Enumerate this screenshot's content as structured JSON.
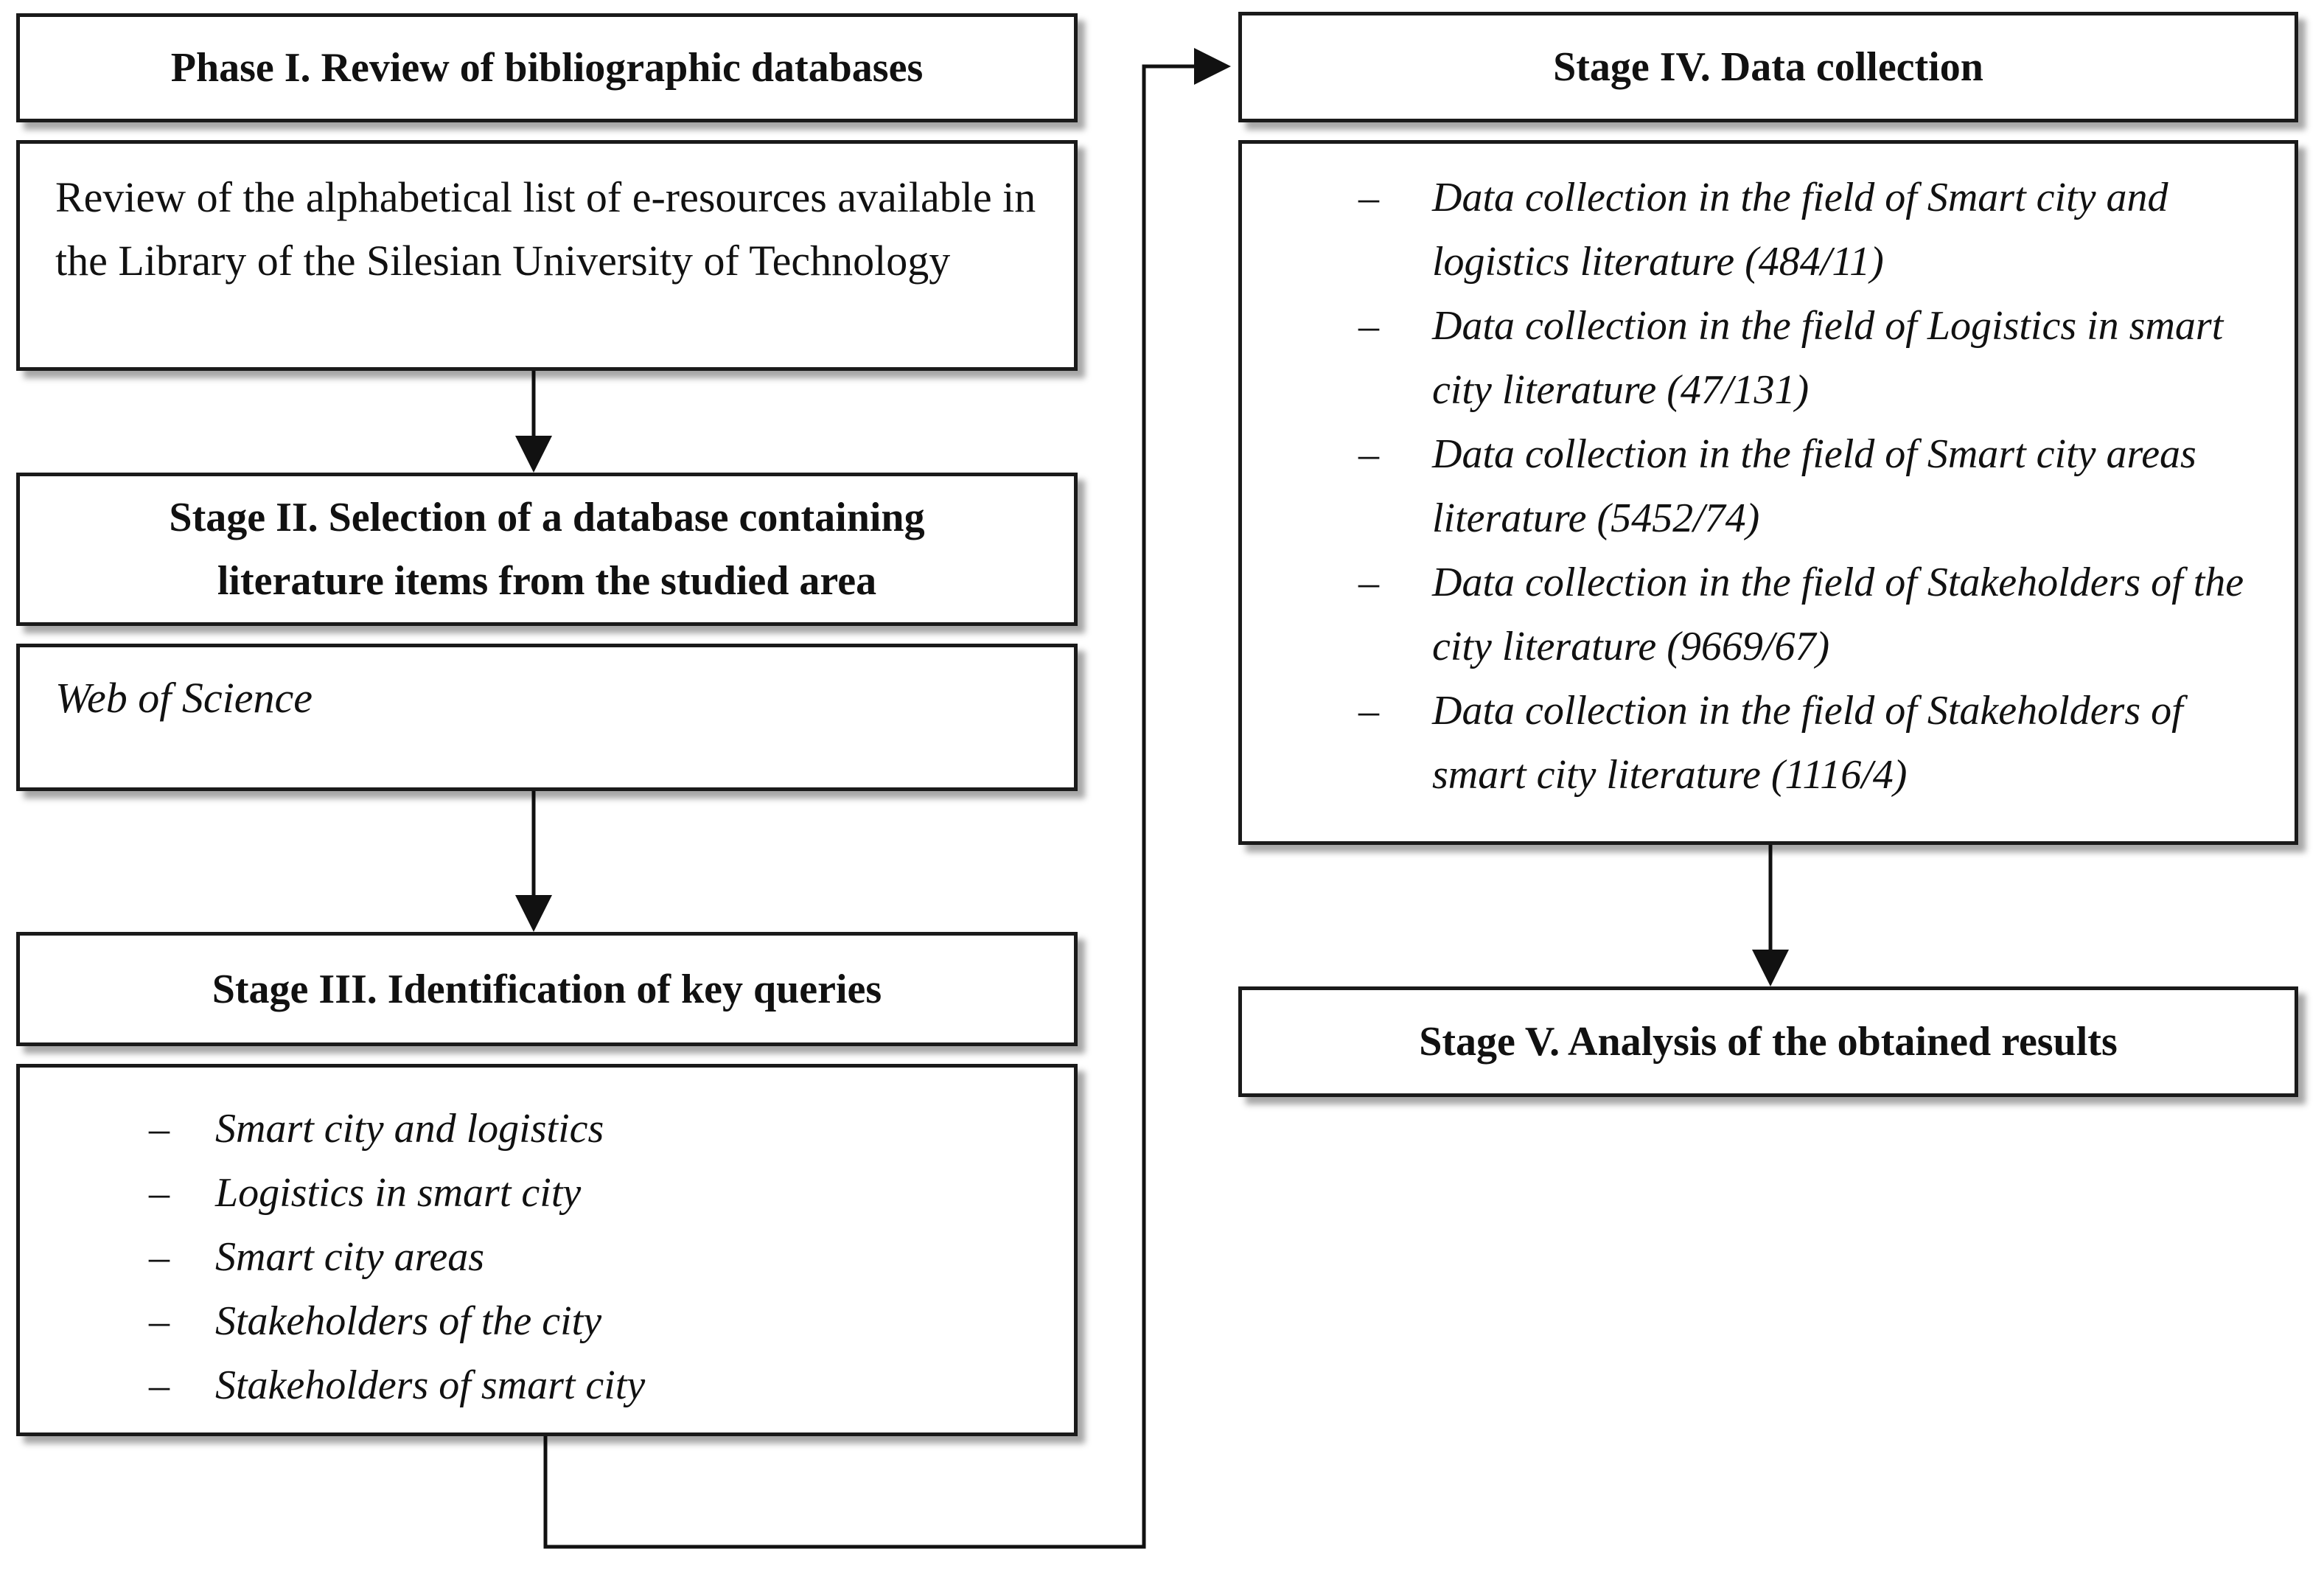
{
  "phase1": {
    "title": "Phase I. Review of bibliographic databases",
    "text": "Review of the alphabetical list of e-resources available in the Library of the Silesian University of Technology"
  },
  "stage2": {
    "title_line1": "Stage II. Selection of a database containing",
    "title_line2": "literature items from the studied area",
    "text": "Web of Science"
  },
  "stage3": {
    "title": "Stage III. Identification of key queries",
    "dash": "–",
    "items": [
      "Smart city and logistics",
      "Logistics in smart city",
      "Smart city areas",
      "Stakeholders of the city",
      "Stakeholders of smart city"
    ]
  },
  "stage4": {
    "title": "Stage IV. Data collection",
    "dash": "–",
    "items": [
      "Data collection in the field of Smart city and logistics literature (484/11)",
      "Data collection in the field of Logistics in smart city literature (47/131)",
      "Data collection in the field of Smart city areas literature (5452/74)",
      "Data collection in the field of Stakeholders of the city literature (9669/67)",
      "Data collection in the field of Stakeholders of smart city literature (1116/4)"
    ]
  },
  "stage5": {
    "title": "Stage V. Analysis of the obtained results"
  }
}
